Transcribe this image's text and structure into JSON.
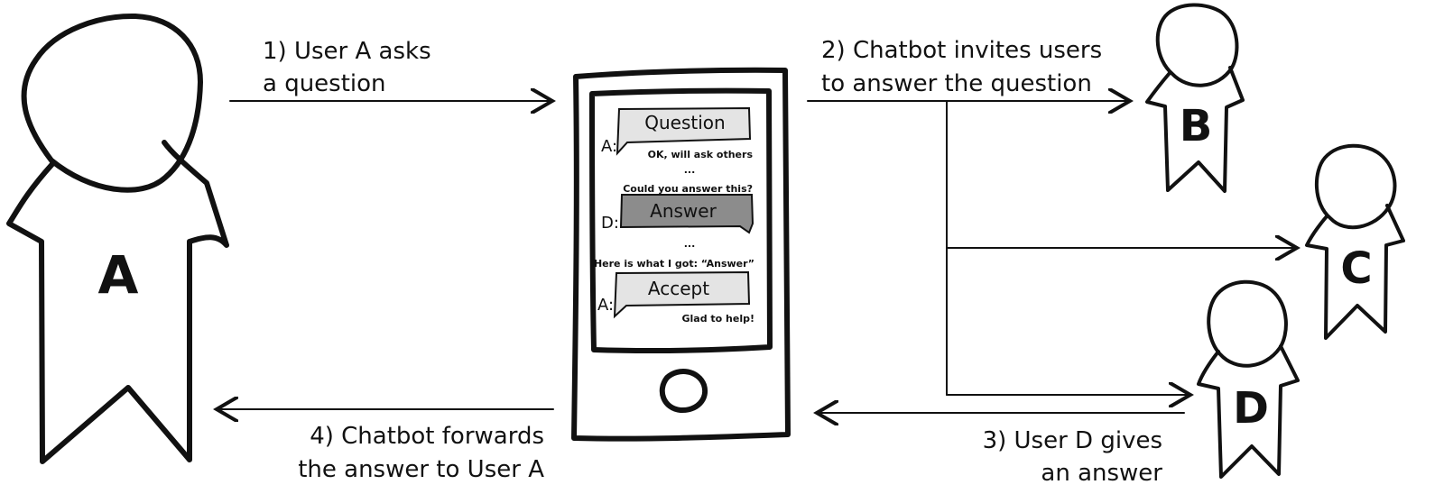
{
  "diagram": {
    "step_1": [
      "1) User A asks",
      "a question"
    ],
    "step_2": [
      "2) Chatbot invites users",
      "to answer the question"
    ],
    "step_3": [
      "3) User D gives",
      "an answer"
    ],
    "step_4": [
      "4) Chatbot forwards",
      "the answer to User A"
    ],
    "people": {
      "a": "A",
      "b": "B",
      "c": "C",
      "d": "D"
    },
    "phone": {
      "question_speaker": "A:",
      "question_label": "Question",
      "ok_message": "OK, will ask others",
      "ellipsis_1": "...",
      "invite_message": "Could you answer this?",
      "answer_speaker": "D:",
      "answer_label": "Answer",
      "ellipsis_2": "...",
      "result_message": "Here is what I got: “Answer”",
      "accept_speaker": "A:",
      "accept_label": "Accept",
      "thanks_message": "Glad to help!"
    },
    "colors": {
      "ink": "#111111",
      "bubble_light": "#e4e4e4",
      "bubble_dark": "#8c8c8c",
      "background": "#ffffff"
    }
  }
}
